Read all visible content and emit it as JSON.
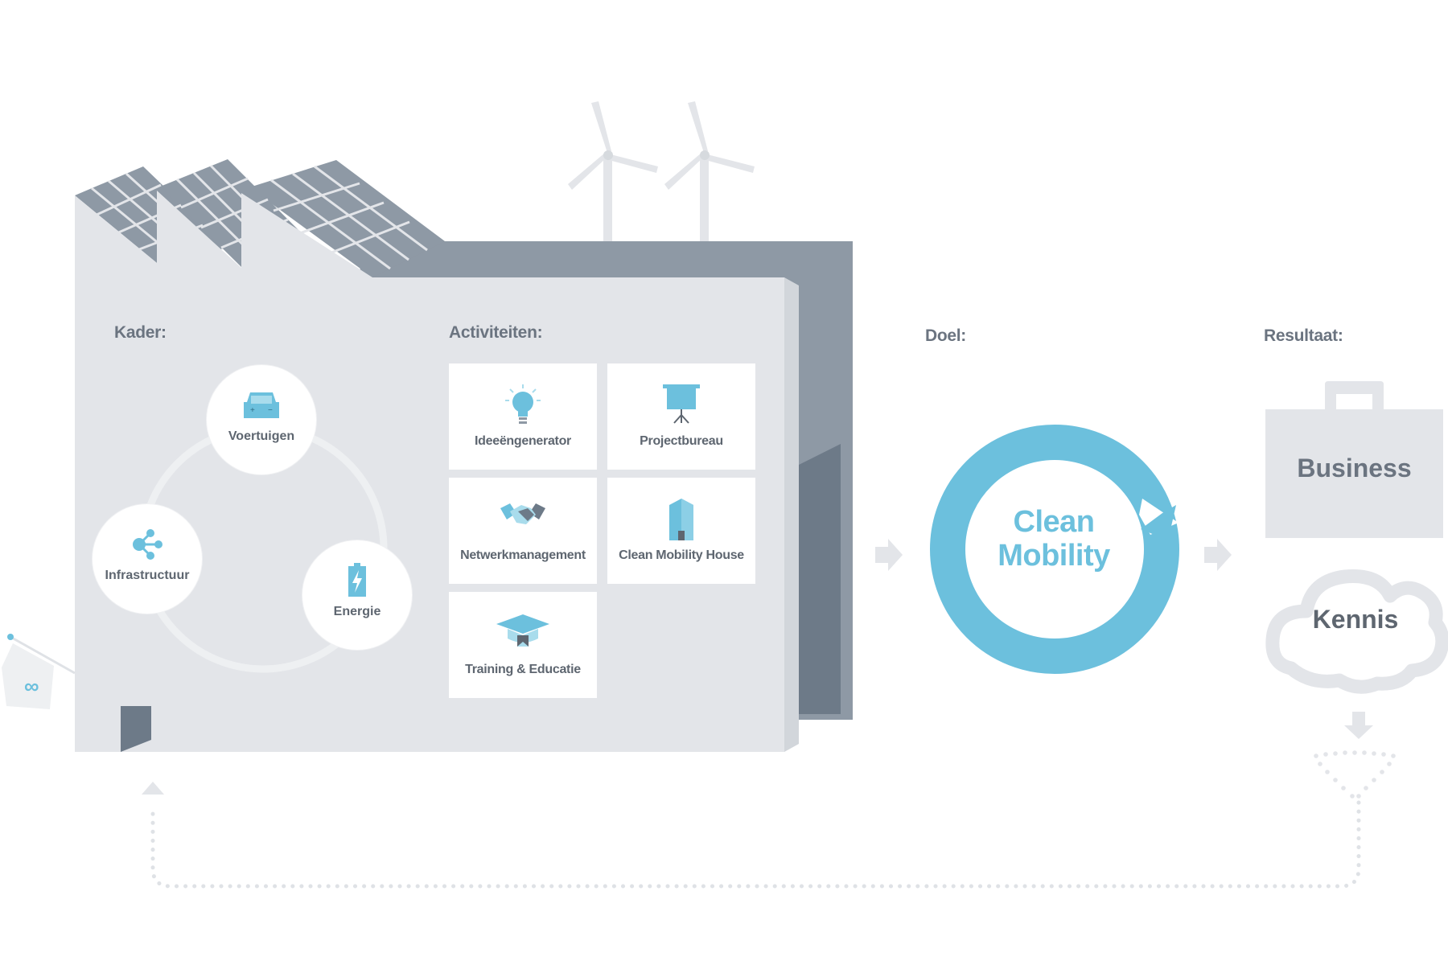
{
  "kader": {
    "label": "Kader:",
    "nodes": [
      {
        "label": "Voertuigen",
        "icon": "car-icon"
      },
      {
        "label": "Infrastructuur",
        "icon": "network-icon"
      },
      {
        "label": "Energie",
        "icon": "battery-icon"
      }
    ]
  },
  "activiteiten": {
    "label": "Activiteiten:",
    "tiles": [
      {
        "label": "Ideeëngenerator",
        "icon": "lightbulb-icon"
      },
      {
        "label": "Projectbureau",
        "icon": "presentation-board-icon"
      },
      {
        "label": "Netwerkmanagement",
        "icon": "handshake-icon"
      },
      {
        "label": "Clean Mobility House",
        "icon": "building-icon"
      },
      {
        "label": "Training & Educatie",
        "icon": "graduation-cap-icon"
      }
    ]
  },
  "doel": {
    "label": "Doel:",
    "line1": "Clean",
    "line2": "Mobility"
  },
  "resultaat": {
    "label": "Resultaat:",
    "business": "Business",
    "kennis": "Kennis"
  },
  "colors": {
    "accent": "#6cc0dd",
    "building": "#e3e5e9",
    "building_dark": "#8e99a5",
    "building_shadow": "#6d7a88",
    "text": "#5e6670",
    "arrow": "#d5d8dd"
  }
}
